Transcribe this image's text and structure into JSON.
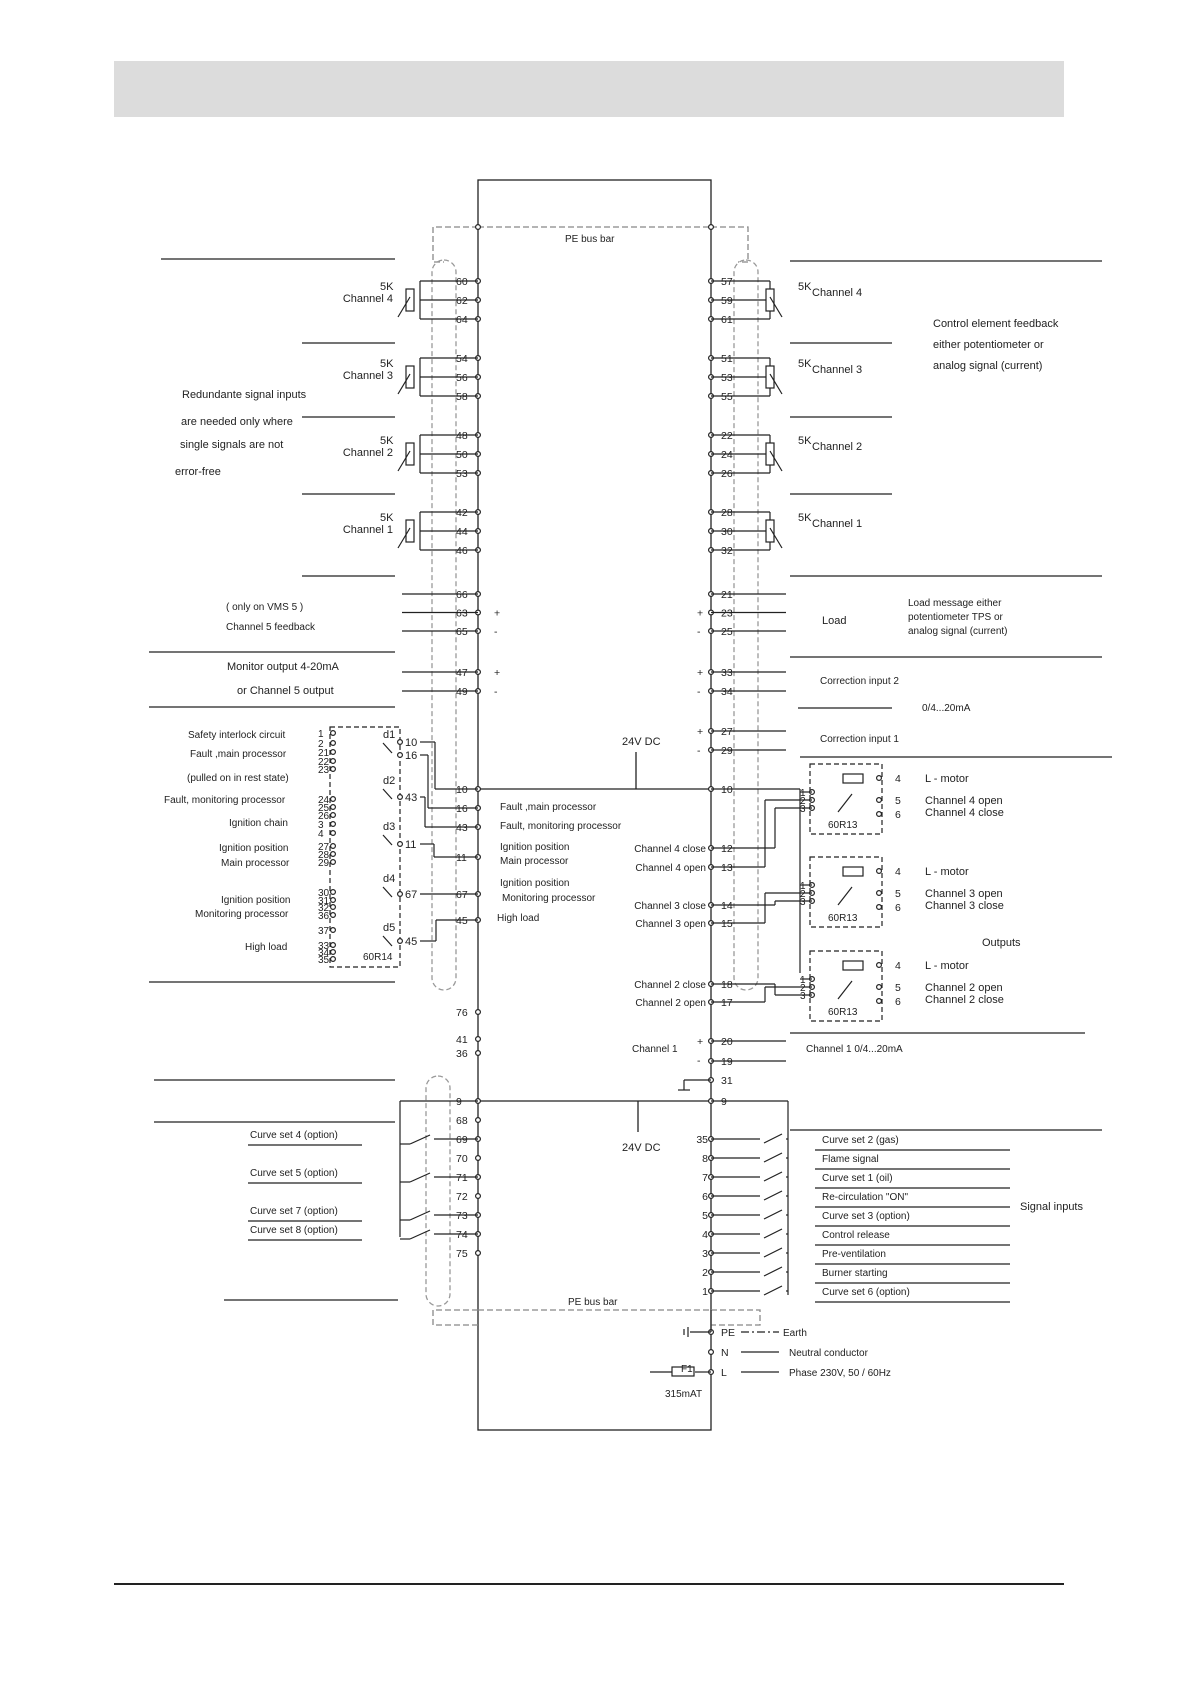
{
  "pe_bus_top": "PE bus bar",
  "pe_bus_bottom": "PE bus bar",
  "supply_24v_a": "24V DC",
  "supply_24v_b": "24V DC",
  "pot_value": "5K",
  "plus": "+",
  "minus": "-",
  "left_channels": [
    {
      "label": "Channel 4",
      "pins": [
        "60",
        "62",
        "64"
      ]
    },
    {
      "label": "Channel 3",
      "pins": [
        "54",
        "56",
        "58"
      ]
    },
    {
      "label": "Channel  2",
      "pins": [
        "48",
        "50",
        "53"
      ]
    },
    {
      "label": "Channel 1",
      "pins": [
        "42",
        "44",
        "46"
      ]
    }
  ],
  "right_channels": [
    {
      "label": "Channel 4",
      "pins": [
        "57",
        "59",
        "61"
      ]
    },
    {
      "label": "Channel 3",
      "pins": [
        "51",
        "53",
        "55"
      ]
    },
    {
      "label": "Channel 2",
      "pins": [
        "22",
        "24",
        "26"
      ]
    },
    {
      "label": "Channel 1",
      "pins": [
        "28",
        "30",
        "32"
      ]
    }
  ],
  "redundant_note": [
    "Redundante signal inputs",
    "are needed only where",
    "single signals are not",
    "error-free"
  ],
  "feedback_note": [
    "Control element feedback",
    "either potentiometer or",
    "analog signal (current)"
  ],
  "vms5": {
    "line1": "( only on VMS 5 )",
    "line2": "Channel 5 feedback",
    "pins": [
      "66",
      "63",
      "65"
    ]
  },
  "load": {
    "label": "Load",
    "note": [
      "Load message either",
      "potentiometer TPS or",
      "analog signal (current)"
    ],
    "pins": [
      "21",
      "23",
      "25"
    ]
  },
  "monitor": {
    "line1": "Monitor output 4-20mA",
    "line2": "or Channel 5 output",
    "pins": [
      "47",
      "49"
    ]
  },
  "correction": {
    "input2": "Correction input 2",
    "range": "0/4...20mA",
    "pins2": [
      "33",
      "34"
    ],
    "input1": "Correction input 1",
    "pins1": [
      "27",
      "29"
    ]
  },
  "relay_labels": [
    "Safety interlock circuit",
    "Fault ,main processor",
    "(pulled on in rest state)",
    "Fault, monitoring processor",
    "Ignition chain",
    "Ignition position",
    "Main processor",
    "Ignition position",
    "Monitoring processor",
    "High load"
  ],
  "relay_pins": [
    "1",
    "2",
    "21",
    "22",
    "23",
    "24",
    "25",
    "26",
    "3",
    "4",
    "27",
    "28",
    "29",
    "30",
    "31",
    "32",
    "36",
    "37",
    "33",
    "34",
    "35"
  ],
  "relay_contacts": [
    "d1",
    "d2",
    "d3",
    "d4",
    "d5"
  ],
  "relay_terms": [
    "10",
    "16",
    "43",
    "11",
    "67",
    "45"
  ],
  "relay_module_left": "60R14",
  "inner_left_pins": [
    "10",
    "16",
    "43",
    "11",
    "67",
    "45"
  ],
  "inner_labels": [
    "Fault ,main processor",
    "Fault, monitoring processor",
    "Ignition position",
    "Main processor",
    "Ignition position",
    "Monitoring processor",
    "High load"
  ],
  "motor_channels": [
    {
      "close": "Channel 4 close",
      "open": "Channel 4 open",
      "pins": [
        "12",
        "13"
      ],
      "mod": "60R13",
      "l": "L - motor",
      "o": "Channel 4 open",
      "c": "Channel 4 close"
    },
    {
      "close": "Channel 3 close",
      "open": "Channel 3 open",
      "pins": [
        "14",
        "15"
      ],
      "mod": "60R13",
      "l": "L - motor",
      "o": "Channel 3 open",
      "c": "Channel 3 close"
    },
    {
      "close": "Channel 2 close",
      "open": "Channel 2 open",
      "pins": [
        "18",
        "17"
      ],
      "mod": "60R13",
      "l": "L - motor",
      "o": "Channel 2 open",
      "c": "Channel 2 close"
    }
  ],
  "relay_term_numbers": [
    "4",
    "5",
    "6",
    "1",
    "2",
    "3"
  ],
  "outputs_label": "Outputs",
  "right_10": "10",
  "pins_76_41_36": [
    "76",
    "41",
    "36"
  ],
  "channel1_out": {
    "label": "Channel 1",
    "right_label": "Channel 1    0/4...20mA",
    "pins": [
      "20",
      "19",
      "31"
    ]
  },
  "pin_9": "9",
  "left_curves": [
    {
      "pin": "68",
      "label": ""
    },
    {
      "pin": "69",
      "label": "Curve set 4 (option)"
    },
    {
      "pin": "70",
      "label": ""
    },
    {
      "pin": "71",
      "label": "Curve set 5 (option)"
    },
    {
      "pin": "72",
      "label": ""
    },
    {
      "pin": "73",
      "label": "Curve set 7 (option)"
    },
    {
      "pin": "74",
      "label": "Curve set 8 (option)"
    },
    {
      "pin": "75",
      "label": ""
    }
  ],
  "right_signals": [
    {
      "pin": "35",
      "label": "Curve set 2 (gas)"
    },
    {
      "pin": "8",
      "label": "Flame signal"
    },
    {
      "pin": "7",
      "label": "Curve set 1  (oil)"
    },
    {
      "pin": "6",
      "label": "Re-circulation \"ON\""
    },
    {
      "pin": "5",
      "label": "Curve set 3 (option)"
    },
    {
      "pin": "4",
      "label": "Control release"
    },
    {
      "pin": "3",
      "label": "Pre-ventilation"
    },
    {
      "pin": "2",
      "label": "Burner starting"
    },
    {
      "pin": "1",
      "label": "Curve set 6 (option)"
    }
  ],
  "signal_inputs_label": "Signal inputs",
  "power": [
    {
      "pin": "PE",
      "label": "Earth"
    },
    {
      "pin": "N",
      "label": "Neutral conductor"
    },
    {
      "pin": "L",
      "label": "Phase 230V, 50 / 60Hz"
    }
  ],
  "fuse": {
    "name": "F1",
    "rating": "315mAT"
  }
}
